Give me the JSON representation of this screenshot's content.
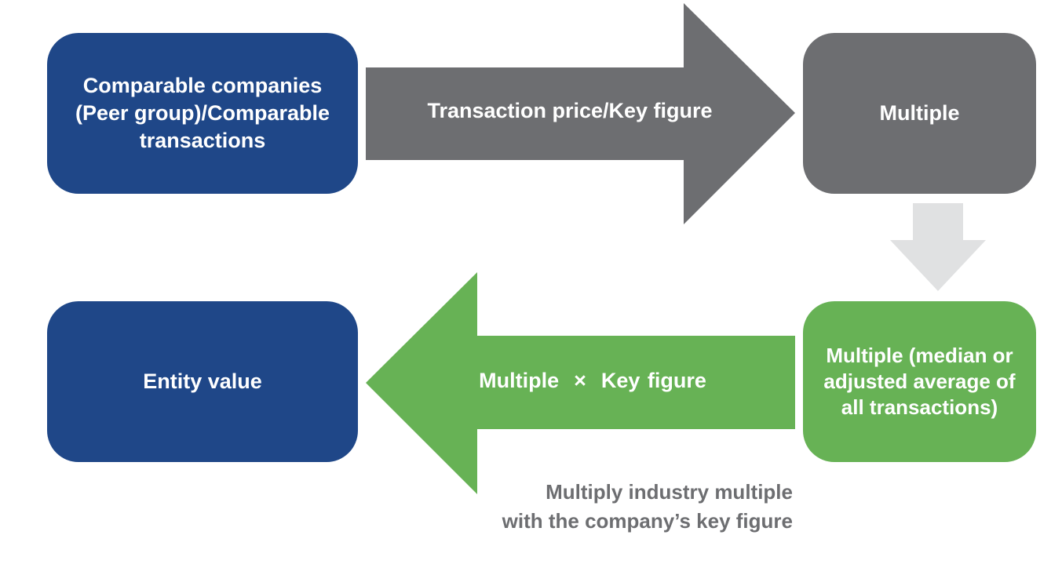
{
  "boxes": {
    "comparable": "Comparable companies (Peer group)/Comparable transactions",
    "multiple_top": "Multiple",
    "entity_value": "Entity value",
    "multiple_median": "Multiple (median or adjusted average of all transactions)"
  },
  "arrows": {
    "top": "Transaction price/Key figure",
    "bottom": "Multiple  ×  Key figure"
  },
  "caption": "Multiply industry multiple\nwith the company’s key figure",
  "colors": {
    "blue": "#1f4788",
    "gray": "#6d6e71",
    "green": "#67b255",
    "light_gray": "#e0e1e2"
  }
}
